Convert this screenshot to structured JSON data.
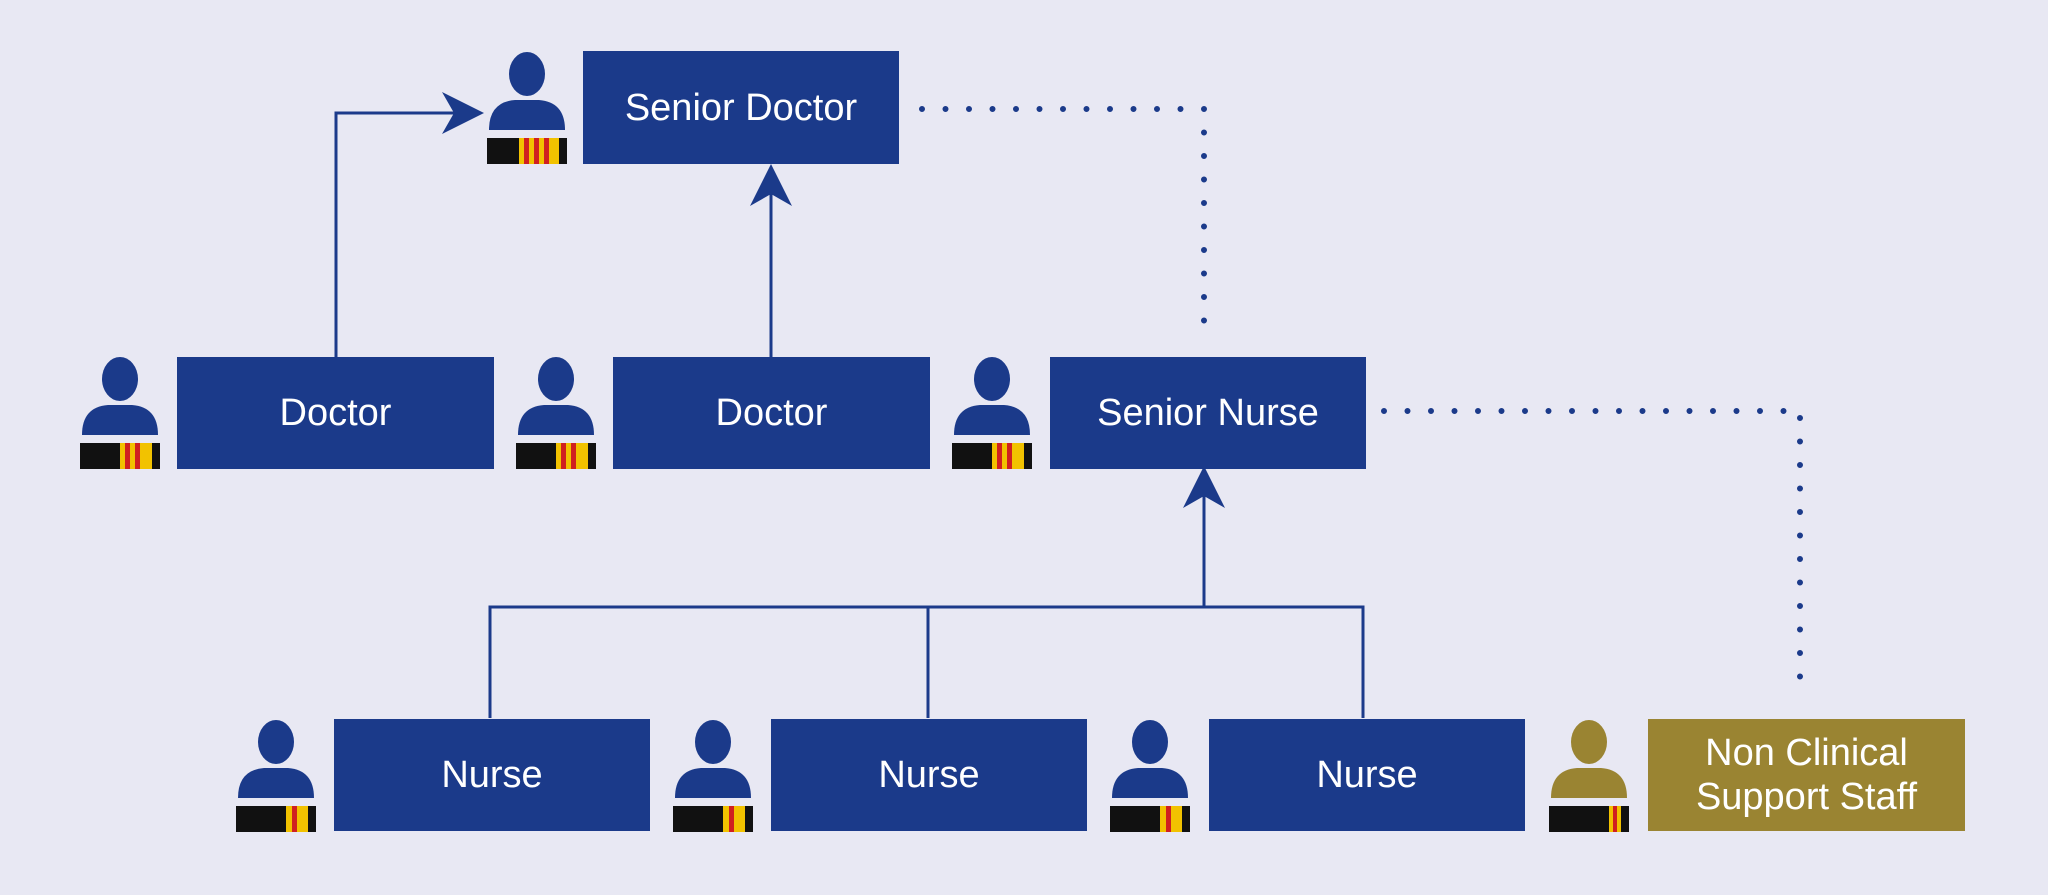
{
  "colors": {
    "background": "#e8e8f3",
    "staff_blue": "#1b3a8a",
    "support_gold": "#9a8432",
    "connector": "#1b3a8a",
    "badge_black": "#111111",
    "badge_yellow": "#f2c200",
    "badge_red": "#d02020"
  },
  "nodes": {
    "senior_doctor": {
      "label": "Senior Doctor"
    },
    "doctor_1": {
      "label": "Doctor"
    },
    "doctor_2": {
      "label": "Doctor"
    },
    "senior_nurse": {
      "label": "Senior Nurse"
    },
    "nurse_1": {
      "label": "Nurse"
    },
    "nurse_2": {
      "label": "Nurse"
    },
    "nurse_3": {
      "label": "Nurse"
    },
    "support_staff": {
      "label": "Non Clinical\nSupport Staff"
    }
  },
  "icons": {
    "person": "person-icon",
    "rank_badge": "rank-badge-icon"
  }
}
